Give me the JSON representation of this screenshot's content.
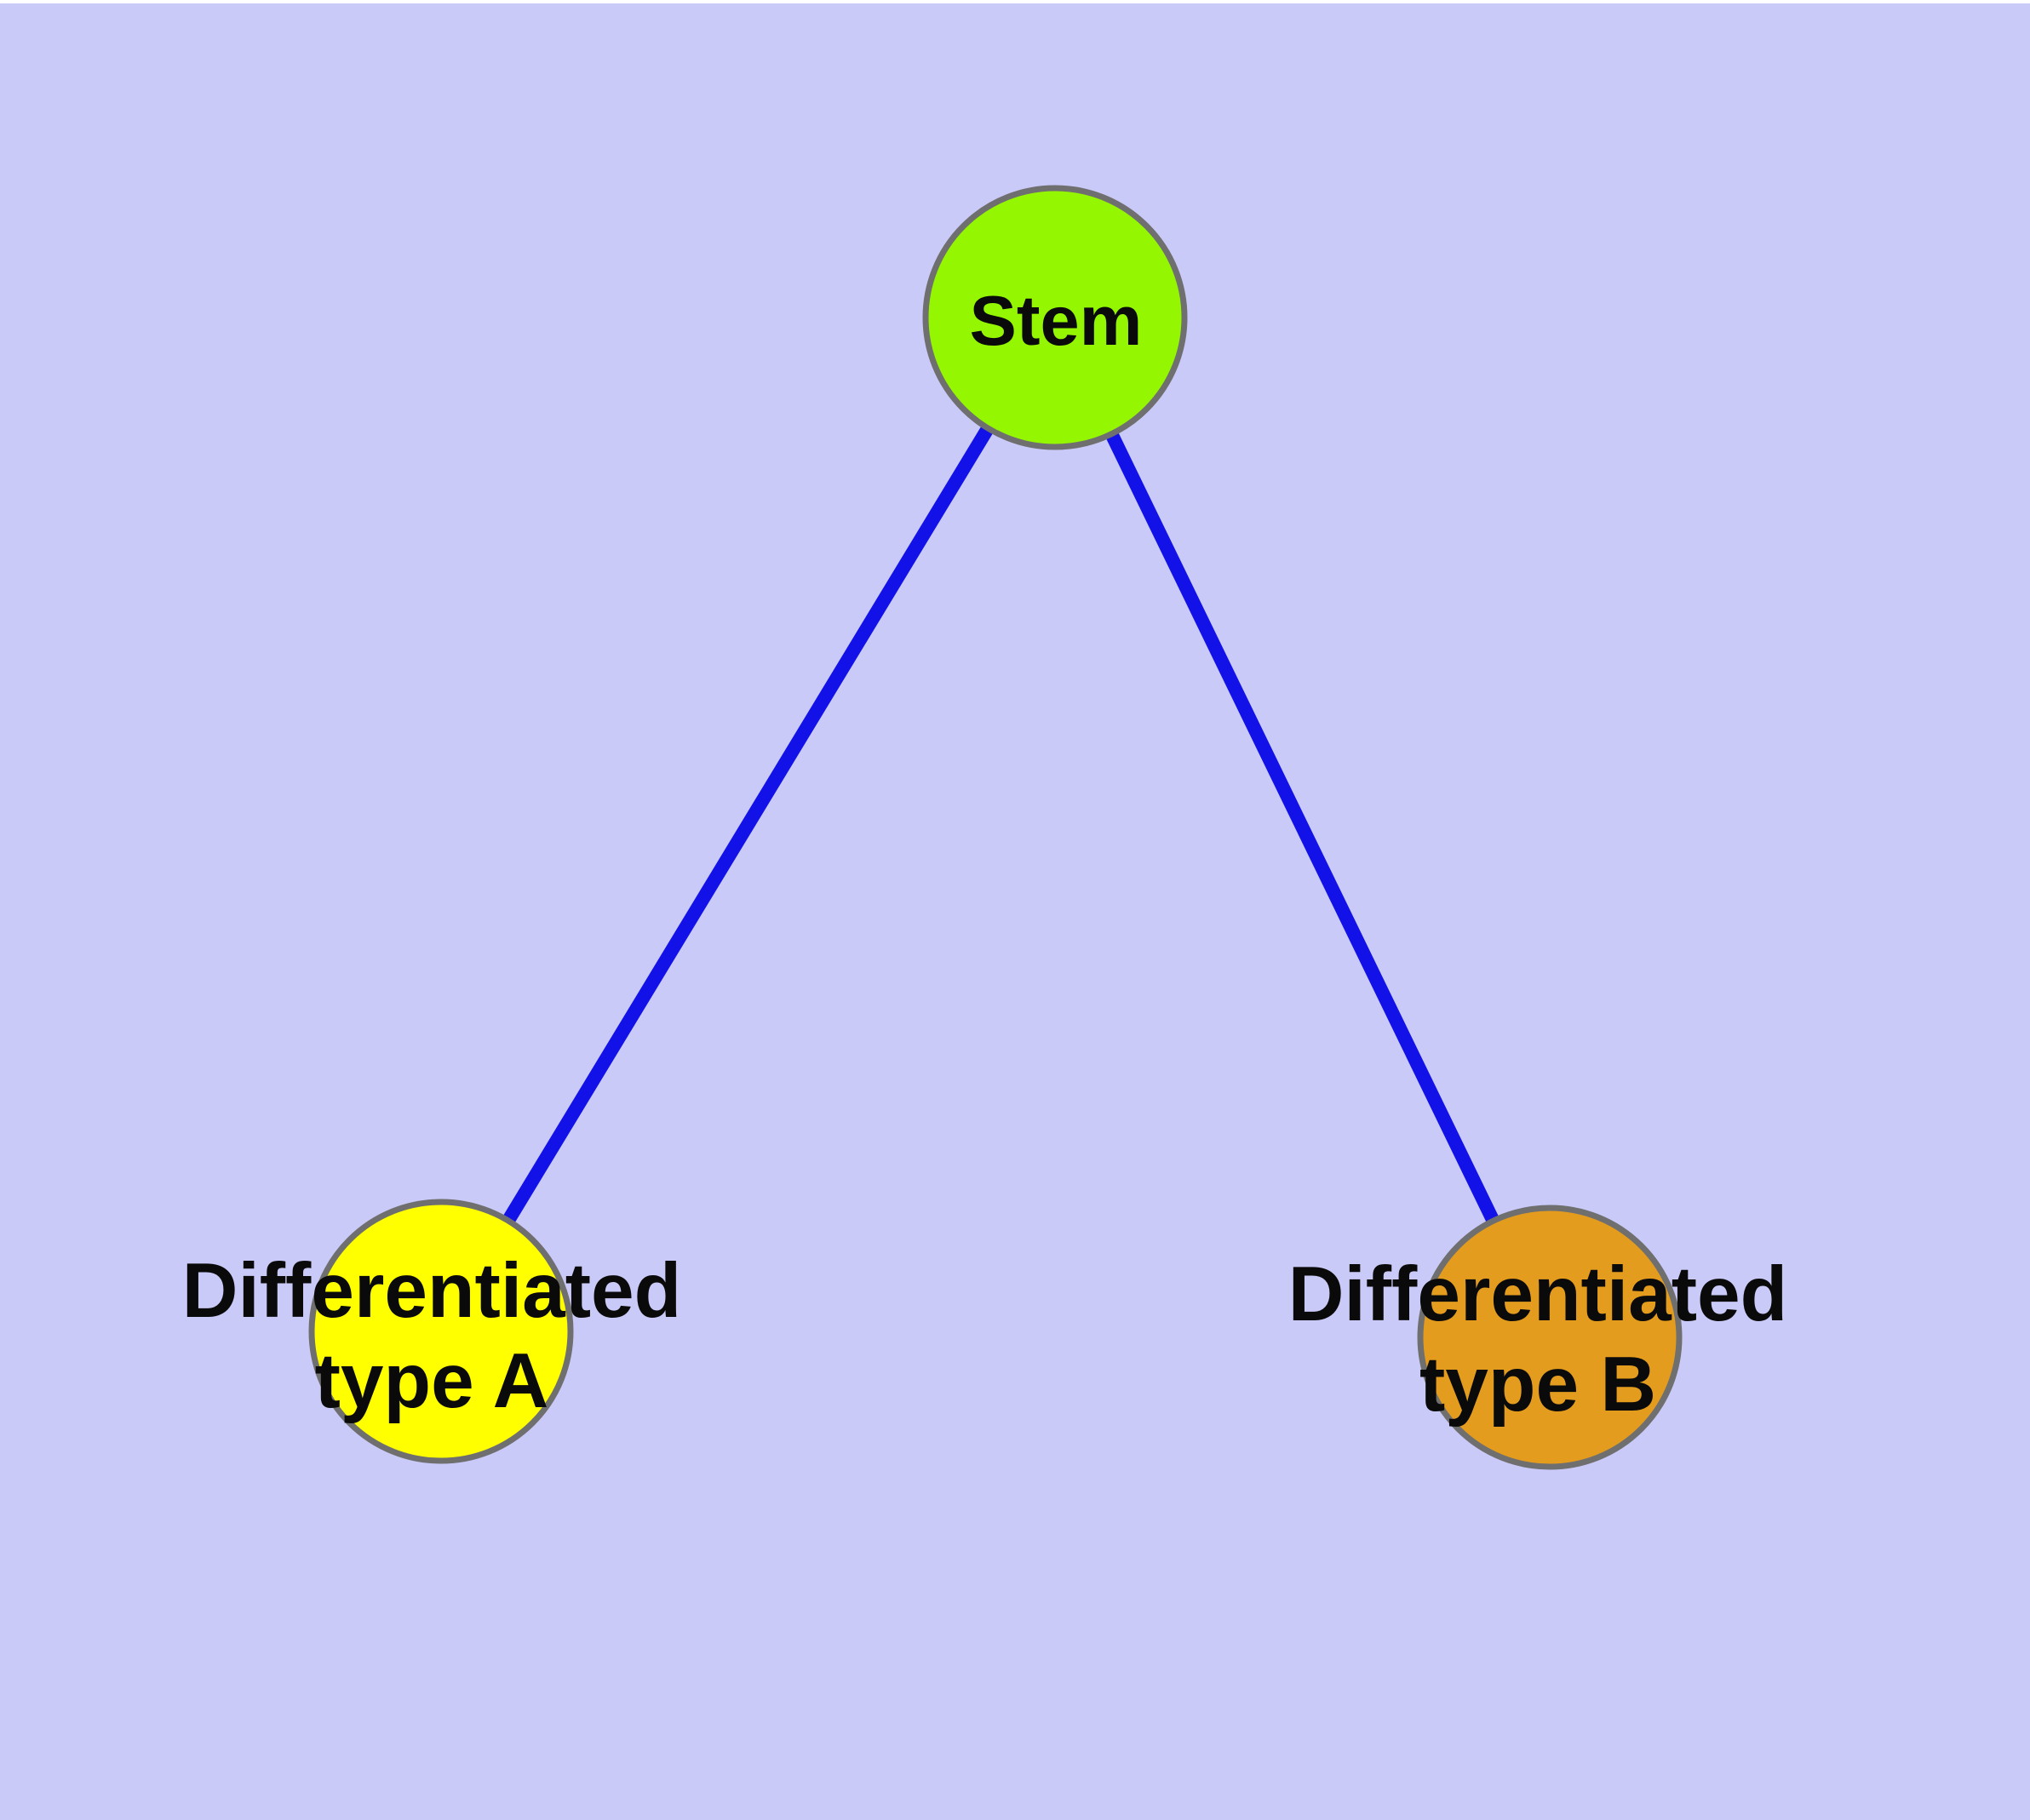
{
  "diagram_type": "node-link graph (cell differentiation tree)",
  "colors": {
    "background": "#cacaf8",
    "edge": "#1212e8",
    "node_border": "#6f6f6f",
    "label_text": "#0a0a0a"
  },
  "nodes": {
    "stem": {
      "label": "Stem",
      "color": "#94f701"
    },
    "type_a": {
      "label": "Differentiated type A",
      "label_line1": "Differentiated",
      "label_line2": "type A",
      "color": "#ffff00"
    },
    "type_b": {
      "label": "Differentiated type B",
      "label_line1": "Differentiated",
      "label_line2": "type B",
      "color": "#e49c1e"
    }
  },
  "edges": [
    {
      "from": "Stem",
      "to": "Differentiated type A"
    },
    {
      "from": "Stem",
      "to": "Differentiated type B"
    }
  ]
}
